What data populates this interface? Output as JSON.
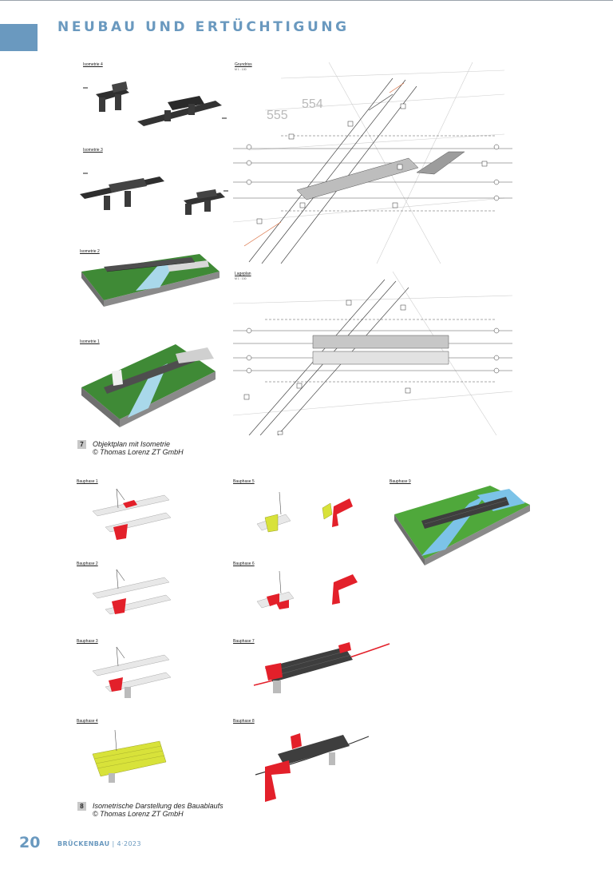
{
  "header": {
    "section_title": "NEUBAU UND ERTÜCHTIGUNG"
  },
  "figure7": {
    "isometrics": [
      {
        "label": "Isometrie 4"
      },
      {
        "label": "Isometrie 3"
      },
      {
        "label": "Isometrie 2"
      },
      {
        "label": "Isometrie 1"
      }
    ],
    "plans": [
      {
        "label": "Grundriss",
        "scale": "M 1 : 100"
      },
      {
        "label": "Lageplan",
        "scale": "M 1 : 100"
      }
    ],
    "plan_numbers": [
      "555",
      "554"
    ],
    "caption_number": "7",
    "caption_line1": "Objektplan mit Isometrie",
    "caption_line2": "© Thomas Lorenz ZT GmbH"
  },
  "figure8": {
    "phases": [
      {
        "label": "Bauphase 1"
      },
      {
        "label": "Bauphase 2"
      },
      {
        "label": "Bauphase 3"
      },
      {
        "label": "Bauphase 4"
      },
      {
        "label": "Bauphase 5"
      },
      {
        "label": "Bauphase 6"
      },
      {
        "label": "Bauphase 7"
      },
      {
        "label": "Bauphase 8"
      },
      {
        "label": "Bauphase 9"
      }
    ],
    "caption_number": "8",
    "caption_line1": "Isometrische Darstellung des Bauablaufs",
    "caption_line2": "© Thomas Lorenz ZT GmbH"
  },
  "footer": {
    "page_number": "20",
    "magazine": "BRÜCKENBAU",
    "issue": "| 4·2023"
  },
  "colors": {
    "accent": "#6a99bf",
    "highlight_red": "#e3202a",
    "highlight_yellow": "#d8e23a",
    "terrain_green": "#3f8a36",
    "water_blue": "#a9d8ea"
  }
}
